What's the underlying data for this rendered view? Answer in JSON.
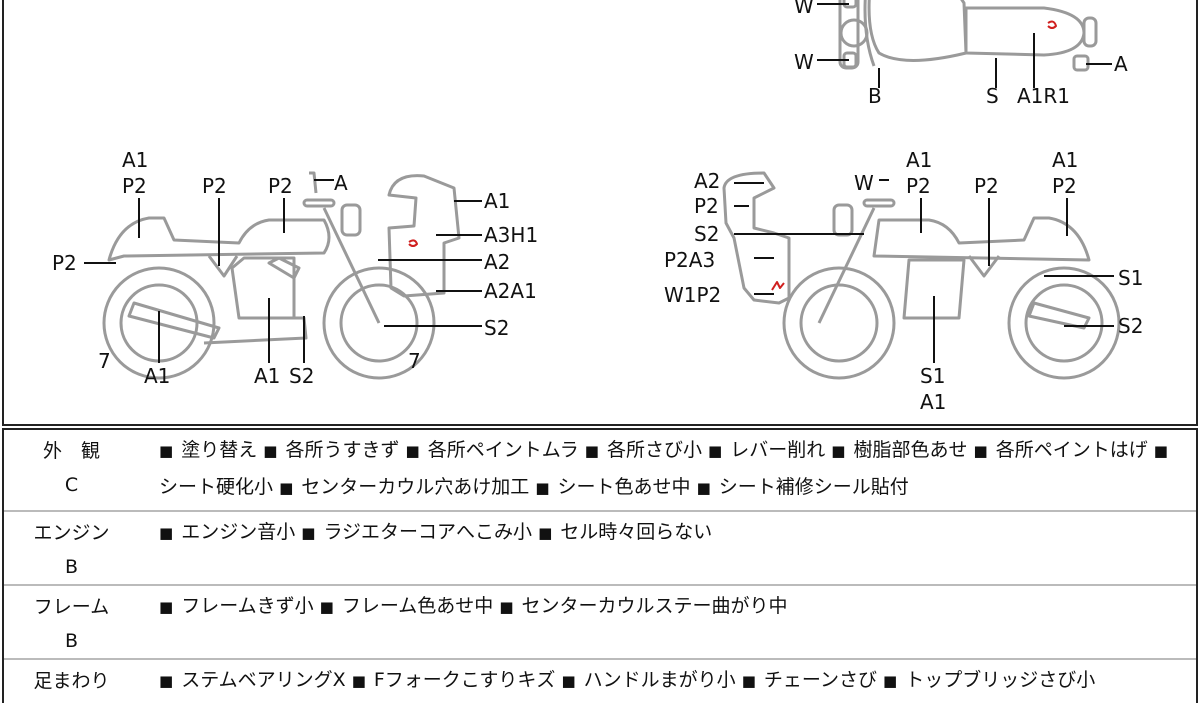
{
  "diagram": {
    "top_view_labels": [
      "W",
      "W",
      "B",
      "S",
      "A1R1",
      "A"
    ],
    "left_side_labels": [
      "A1",
      "P2",
      "P2",
      "P2",
      "A",
      "A1",
      "A3H1",
      "A2",
      "A2A1",
      "S2",
      "P2",
      "7",
      "A1",
      "A1",
      "S2",
      "7"
    ],
    "right_side_labels": [
      "A2",
      "P2",
      "S2",
      "P2A3",
      "W1P2",
      "W",
      "A1",
      "P2",
      "P2",
      "A1",
      "P2",
      "S1",
      "S2",
      "S1",
      "A1"
    ],
    "outline_color": "#9a9a9a",
    "mark_color": "#d0201f"
  },
  "table": {
    "bullet": "■",
    "rows": [
      {
        "category": "外　観",
        "grade": "C",
        "items": [
          "塗り替え",
          "各所うすきず",
          "各所ペイントムラ",
          "各所さび小",
          "レバー削れ",
          "樹脂部色あせ",
          "各所ペイントはげ",
          "シート硬化小",
          "センターカウル穴あけ加工",
          "シート色あせ中",
          "シート補修シール貼付"
        ]
      },
      {
        "category": "エンジン",
        "grade": "B",
        "items": [
          "エンジン音小",
          "ラジエターコアへこみ小",
          "セル時々回らない"
        ]
      },
      {
        "category": "フレーム",
        "grade": "B",
        "items": [
          "フレームきず小",
          "フレーム色あせ中",
          "センターカウルステー曲がり中"
        ]
      },
      {
        "category": "足まわり",
        "grade": "",
        "items": [
          "ステムベアリングX",
          "Fフォークこすりキズ",
          "ハンドルまがり小",
          "チェーンさび",
          "トップブリッジさび小"
        ]
      }
    ]
  }
}
